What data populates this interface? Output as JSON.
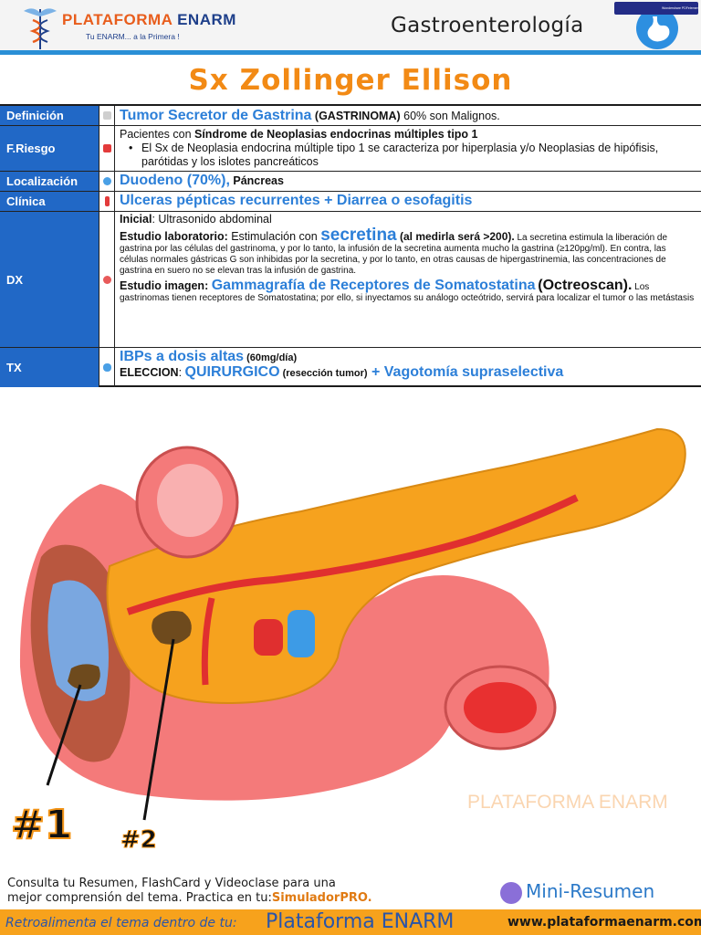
{
  "header": {
    "brand_part1": "PLATAFORMA",
    "brand_part2": "ENARM",
    "tagline": "Tu ENARM... a la Primera !",
    "topic": "Gastroenterología",
    "wm_badge": "Wondershare PDFelement"
  },
  "title": "Sx  Zollinger Ellison",
  "table": {
    "definicion": {
      "label": "Definición",
      "main": "Tumor Secretor de Gastrina",
      "rest_bold": "(GASTRINOMA)",
      "rest": " 60% son Malignos."
    },
    "friesgo": {
      "label": "F.Riesgo",
      "line1_pre": "Pacientes con ",
      "line1_bold": "Síndrome de Neoplasias endocrinas múltiples tipo 1",
      "bullet": "El Sx de Neoplasia endocrina múltiple tipo 1 se caracteriza por hiperplasia y/o Neoplasias de hipófisis, parótidas y los islotes pancreáticos"
    },
    "localizacion": {
      "label": "Localización",
      "main": "Duodeno (70%),",
      "rest": " Páncreas"
    },
    "clinica": {
      "label": "Clínica",
      "main": "Ulceras pépticas recurrentes + Diarrea o esofagitis"
    },
    "dx": {
      "label": "DX",
      "inicial_label": "Inicial",
      "inicial_text": ": Ultrasonido abdominal",
      "lab_label": "Estudio laboratorio:",
      "lab_pre": "  Estimulación con ",
      "lab_main": "secretina",
      "lab_bold": " (al medirla será >200).",
      "lab_text": " La secretina estimula la liberación de gastrina por las células del gastrinoma, y por lo tanto, la infusión de la secretina aumenta mucho la gastrina (≥120pg/ml). En contra, las células normales gástricas G son inhibidas por la secretina, y por lo tanto, en otras causas de hipergastrinemia, las concentraciones de gastrina en suero no se elevan tras la infusión de gastrina.",
      "img_label": "Estudio imagen: ",
      "img_main": "Gammagrafía de Receptores de Somatostatina",
      "img_bold": "(Octreoscan).",
      "img_text": " Los gastrinomas tienen receptores de Somatostatina; por ello, si inyectamos su análogo octeótrido, servirá para localizar el tumor o las metástasis"
    },
    "tx": {
      "label": "TX",
      "main": "IBPs a dosis altas",
      "dose": " (60mg/día)",
      "eleccion_label": "ELECCION",
      "eleccion_sep": ": ",
      "eleccion_main": "QUIRURGICO",
      "eleccion_paren": " (resección tumor)",
      "eleccion_plus": " + Vagotomía supraselectiva"
    }
  },
  "illustration": {
    "marker1": "#1",
    "marker2": "#2",
    "watermark": "PLATAFORMA ENARM"
  },
  "footer": {
    "line1": "Consulta tu Resumen, FlashCard y Videoclase para una",
    "line2": "mejor comprensión del tema. Practica en tu:",
    "simulador": "SimuladorPRO.",
    "mini": "Mini-Resumen",
    "bar_text": "Retroalimenta el tema dentro de tu:",
    "bar_brand": "Plataforma ENARM",
    "url": "www.plataformaenarm.com"
  },
  "colors": {
    "label_bg": "#2168c6",
    "accent_blue": "#2c7fd8",
    "title_orange": "#f28a15",
    "footer_bar": "#f7a21c",
    "pancreas": "#f6a21e",
    "duodenum": "#f26c6c"
  }
}
